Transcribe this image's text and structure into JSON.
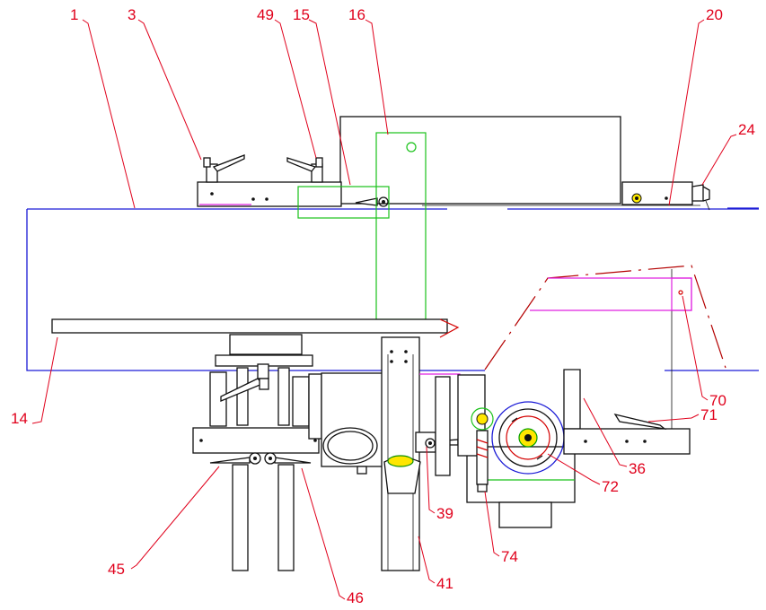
{
  "labels": [
    {
      "id": "1",
      "text": "1"
    },
    {
      "id": "3",
      "text": "3"
    },
    {
      "id": "49",
      "text": "49"
    },
    {
      "id": "15",
      "text": "15"
    },
    {
      "id": "16",
      "text": "16"
    },
    {
      "id": "20",
      "text": "20"
    },
    {
      "id": "24",
      "text": "24"
    },
    {
      "id": "14",
      "text": "14"
    },
    {
      "id": "70",
      "text": "70"
    },
    {
      "id": "71",
      "text": "71"
    },
    {
      "id": "36",
      "text": "36"
    },
    {
      "id": "72",
      "text": "72"
    },
    {
      "id": "39",
      "text": "39"
    },
    {
      "id": "74",
      "text": "74"
    },
    {
      "id": "41",
      "text": "41"
    },
    {
      "id": "45",
      "text": "45"
    },
    {
      "id": "46",
      "text": "46"
    }
  ],
  "colors": {
    "callout": "#e0001b",
    "outline": "#111111",
    "table_edge": "#1b1bd6",
    "fence": "#19c219",
    "guard": "#e020e0",
    "phantom": "#b40000"
  }
}
